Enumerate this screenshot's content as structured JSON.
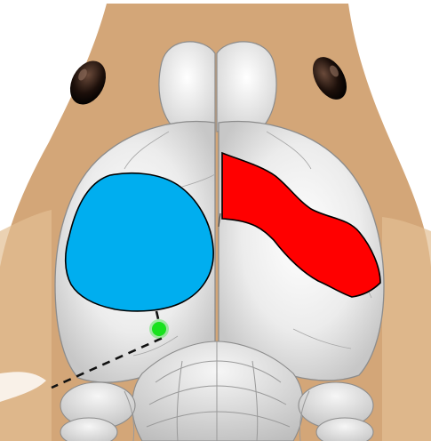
{
  "figure": {
    "subject": "mouse-head-dorsal-view-with-brain",
    "colors": {
      "background": "#ffffff",
      "skin": "#d3a678",
      "skin_shadow": "#c18f5f",
      "eye": "#1c0f0a",
      "brain_light": "#f2f2f2",
      "brain_mid": "#cfcfcf",
      "brain_outline": "#8c8c8c",
      "region_left": "#00aeef",
      "region_right": "#ff0000",
      "marker": "#19e11e",
      "dashed_line": "#111111",
      "region_stroke": "#000000"
    },
    "regions": [
      {
        "name": "left-hemisphere-region",
        "fill": "#00aeef"
      },
      {
        "name": "right-hemisphere-region",
        "fill": "#ff0000"
      }
    ],
    "marker": {
      "name": "green-dot",
      "fill": "#19e11e"
    },
    "line": {
      "name": "dashed-line",
      "style": "dashed"
    }
  }
}
